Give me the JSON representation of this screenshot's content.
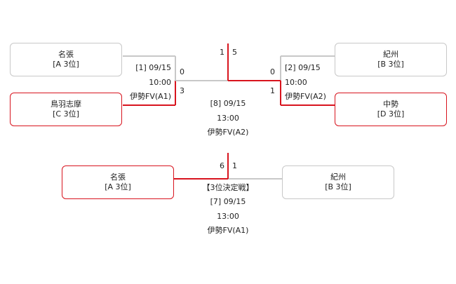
{
  "colors": {
    "winner": "#d8141e",
    "loser": "#c8c8c8"
  },
  "match1": {
    "team_top": {
      "name": "名張",
      "rank": "[A 3位]"
    },
    "team_bottom": {
      "name": "鳥羽志摩",
      "rank": "[C 3位]"
    },
    "score_top": "0",
    "score_bottom": "3",
    "info": [
      "[1] 09/15",
      "10:00",
      "伊勢FV(A1)"
    ]
  },
  "match2": {
    "team_top": {
      "name": "紀州",
      "rank": "[B 3位]"
    },
    "team_bottom": {
      "name": "中勢",
      "rank": "[D 3位]"
    },
    "score_top": "0",
    "score_bottom": "1",
    "info": [
      "[2] 09/15",
      "10:00",
      "伊勢FV(A2)"
    ]
  },
  "final": {
    "score_left": "1",
    "score_right": "5",
    "info": [
      "[8] 09/15",
      "13:00",
      "伊勢FV(A2)"
    ]
  },
  "third_place": {
    "team_left": {
      "name": "名張",
      "rank": "[A 3位]"
    },
    "team_right": {
      "name": "紀州",
      "rank": "[B 3位]"
    },
    "score_left": "6",
    "score_right": "1",
    "info": [
      "【3位決定戦】",
      "[7] 09/15",
      "13:00",
      "伊勢FV(A1)"
    ]
  }
}
